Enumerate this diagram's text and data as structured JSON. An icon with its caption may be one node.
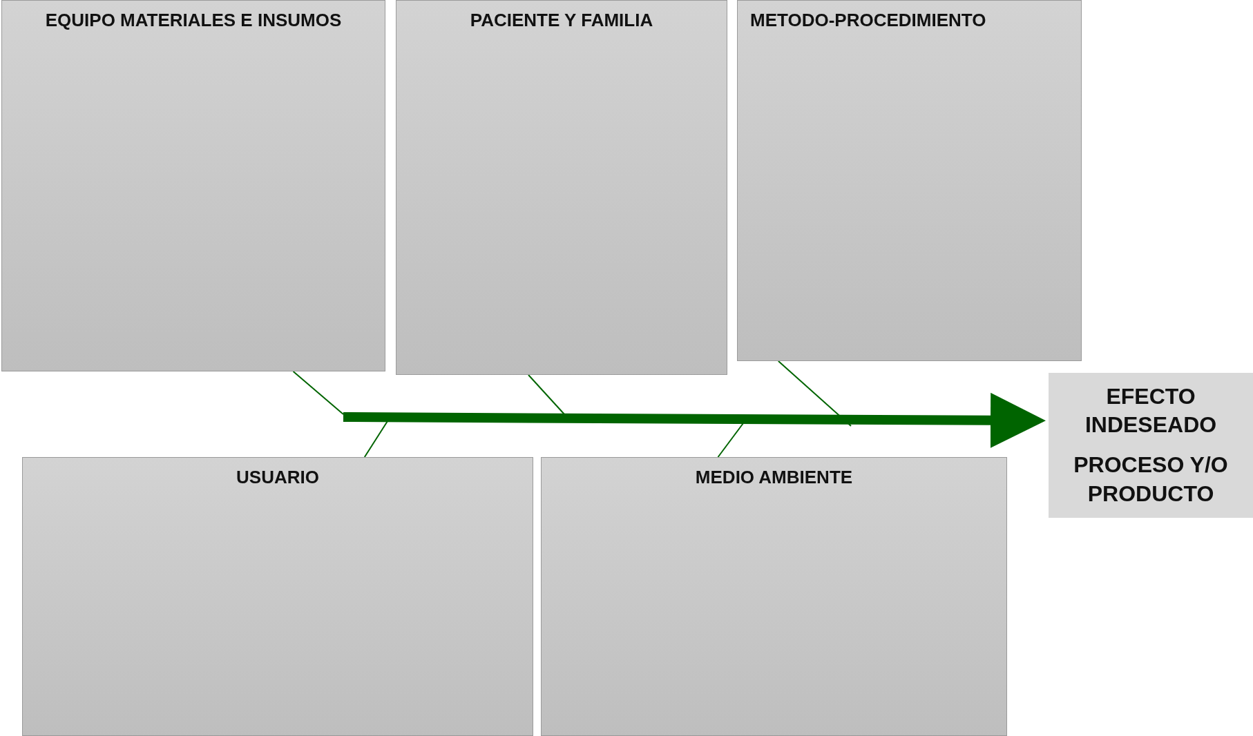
{
  "diagram": {
    "nodes": [
      {
        "text": [
          "EQUIPO MATERIALES E INSUMOS"
        ]
      },
      {
        "text": [
          "PACIENTE Y FAMILIA"
        ]
      },
      {
        "text": [
          "METODO-PROCEDIMIENTO"
        ]
      },
      {
        "text": [
          "USUARIO"
        ]
      },
      {
        "text": [
          "MEDIO AMBIENTE"
        ]
      },
      {
        "text": [
          "EFECTO INDESEADO",
          "PROCESO Y/O PRODUCTO"
        ]
      }
    ],
    "edges": [
      {
        "from": null,
        "to": 5,
        "arrow": "to",
        "style": "thick"
      },
      {
        "from": 0,
        "to": null,
        "arrow": "none"
      },
      {
        "from": 1,
        "to": null,
        "arrow": "none"
      },
      {
        "from": 2,
        "to": null,
        "arrow": "none"
      },
      {
        "from": 3,
        "to": null,
        "arrow": "none"
      },
      {
        "from": 4,
        "to": null,
        "arrow": "none"
      }
    ]
  }
}
